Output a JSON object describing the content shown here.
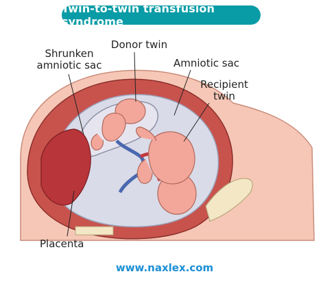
{
  "title": "Twin-to-twin transfusion syndrome",
  "labels": {
    "shrunken_amniotic_sac": "Shrunken\namniotic sac",
    "donor_twin": "Donor twin",
    "amniotic_sac": "Amniotic sac",
    "recipient_twin": "Recipient\ntwin",
    "placenta": "Placenta"
  },
  "footer": {
    "url": "www.naxlex.com"
  },
  "colors": {
    "banner": "#0a9ca6",
    "url": "#1c8fd6",
    "fetus": "#f2a79a",
    "uterus_wall": "#c8534d",
    "amniotic_fluid": "#d9dbe8",
    "placenta": "#b8353a",
    "skin": "#f6c7b6"
  }
}
